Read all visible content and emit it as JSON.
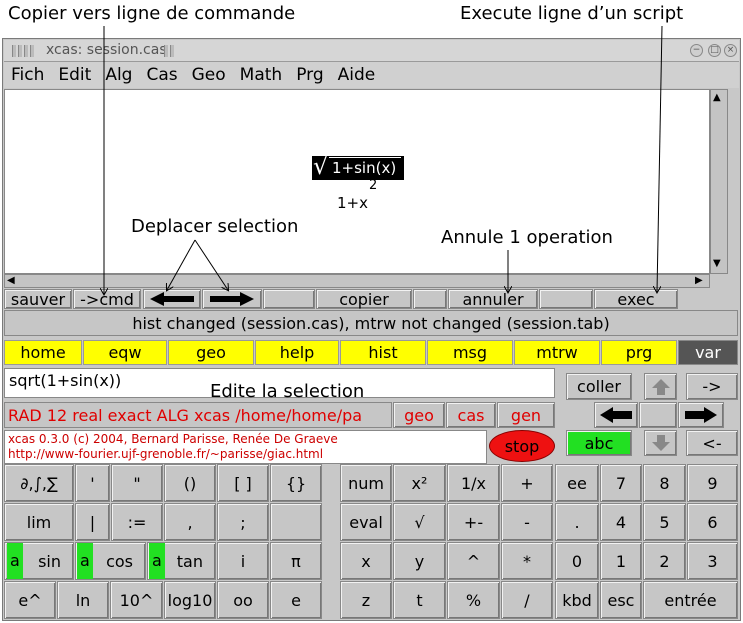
{
  "annotations": {
    "copy_to_cmd": "Copier vers ligne de commande",
    "exec_script": "Execute ligne d’un script",
    "move_selection": "Deplacer selection",
    "undo_one": "Annule 1 operation",
    "edit_selection": "Edite la selection"
  },
  "window": {
    "title": "xcas: session.cas"
  },
  "menu": [
    "Fich",
    "Edit",
    "Alg",
    "Cas",
    "Geo",
    "Math",
    "Prg",
    "Aide"
  ],
  "session_math": {
    "sqrt_arg": "1+sin(x)",
    "den_base": "1+x",
    "den_exp": "2"
  },
  "toolbar": {
    "save": "sauver",
    "to_cmd": "->cmd",
    "copy": "copier",
    "undo": "annuler",
    "exec": "exec"
  },
  "status_line": "hist changed (session.cas), mtrw not changed (session.tab)",
  "tabs": [
    "home",
    "eqw",
    "geo",
    "help",
    "hist",
    "msg",
    "mtrw",
    "prg",
    "var"
  ],
  "command_line": "sqrt(1+sin(x))",
  "mode_line": "RAD 12 real exact ALG xcas /home/home/pa",
  "mode_buttons": {
    "geo": "geo",
    "cas": "cas",
    "gen": "gen"
  },
  "nav": {
    "paste": "coller",
    "right_arrow_text": "->",
    "back_text": "<-",
    "abc": "abc"
  },
  "messages": {
    "line1": "xcas 0.3.0 (c) 2004, Bernard Parisse, Renée De Graeve",
    "line2": "http://www-fourier.ujf-grenoble.fr/~parisse/giac.html"
  },
  "stop": "stop",
  "func_keys": {
    "r1": [
      "∂,∫,∑",
      "'",
      "\"",
      "()",
      "[ ]",
      "{}"
    ],
    "r2": [
      "lim",
      "|",
      ":=",
      ",",
      ";",
      ""
    ],
    "r3": [
      "sin",
      "cos",
      "tan",
      "i",
      "π"
    ],
    "r4": [
      "e^",
      "ln",
      "10^",
      "log10",
      "oo",
      "e"
    ],
    "a_label": "a"
  },
  "math_keys": {
    "r1": [
      "num",
      "x²",
      "1/x",
      "+"
    ],
    "r2": [
      "eval",
      "√",
      "+-",
      "-"
    ],
    "r3": [
      "x",
      "y",
      "^",
      "*"
    ],
    "r4": [
      "z",
      "t",
      "%",
      "/"
    ]
  },
  "num_keys": {
    "r1": [
      "ee",
      "7",
      "8",
      "9"
    ],
    "r2": [
      ".",
      "4",
      "5",
      "6"
    ],
    "r3": [
      "0",
      "1",
      "2",
      "3"
    ],
    "r4": [
      "kbd",
      "esc",
      "entrée"
    ]
  }
}
